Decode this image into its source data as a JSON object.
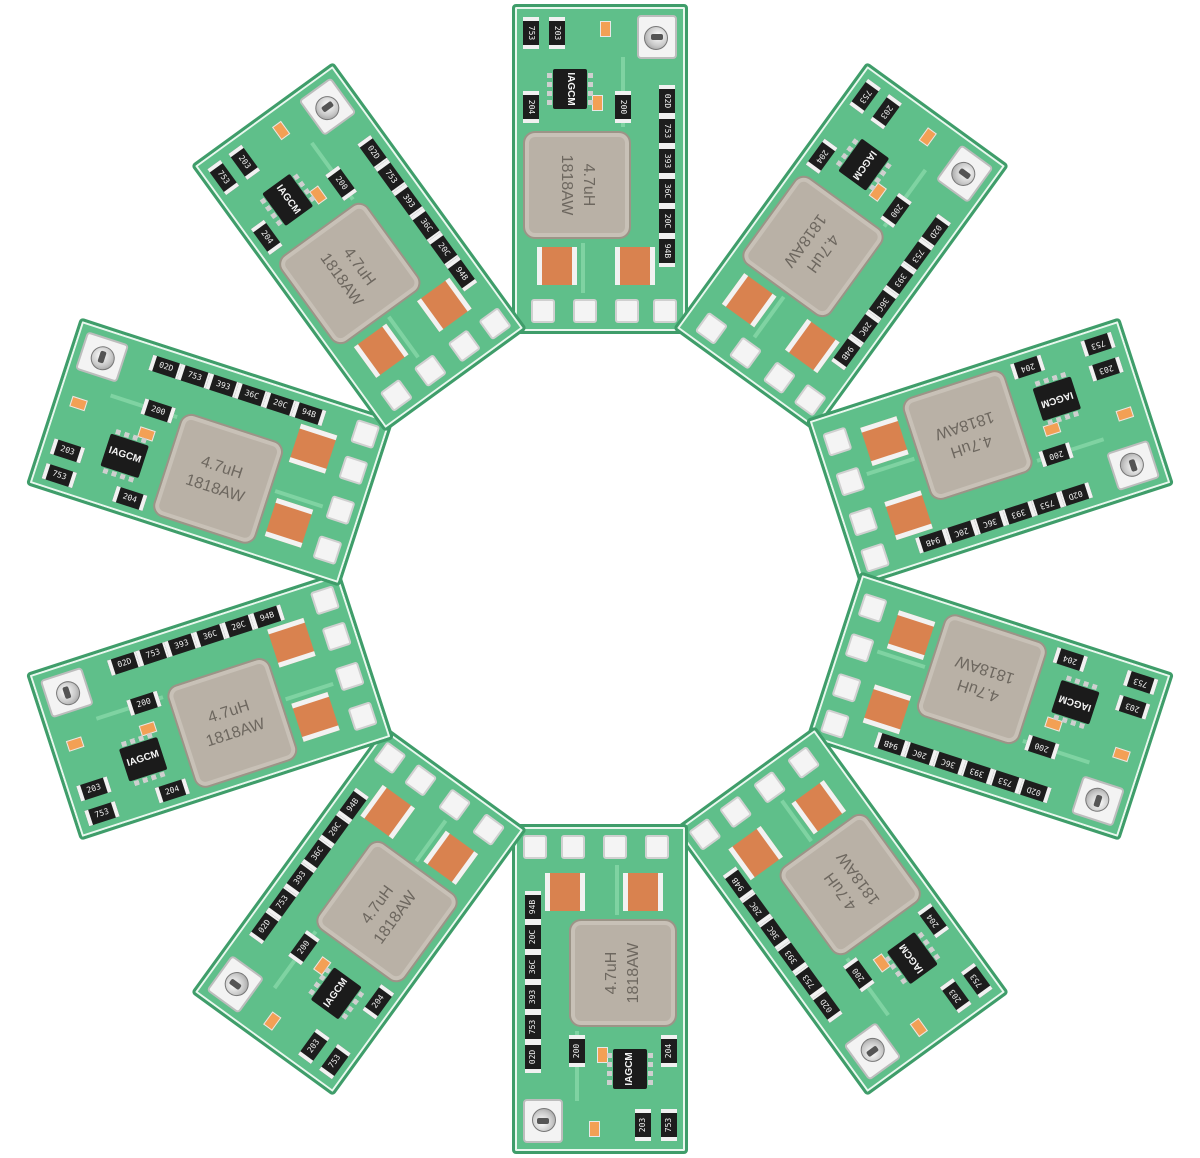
{
  "photo": {
    "board_count": 10,
    "board": {
      "chip_label": "IAGCM",
      "inductor_value": "4.7uH",
      "inductor_code": "1818AW",
      "resistor_codes": [
        "02D",
        "753",
        "393",
        "36C",
        "20C",
        "94B",
        "200",
        "203",
        "204"
      ]
    },
    "colors": {
      "pcb": "#5fbf8a",
      "pcb_edge": "#3f9d6a",
      "inductor": "#b9b1a6",
      "capacitor": "#d9824f",
      "chip": "#1b1b1b"
    }
  }
}
